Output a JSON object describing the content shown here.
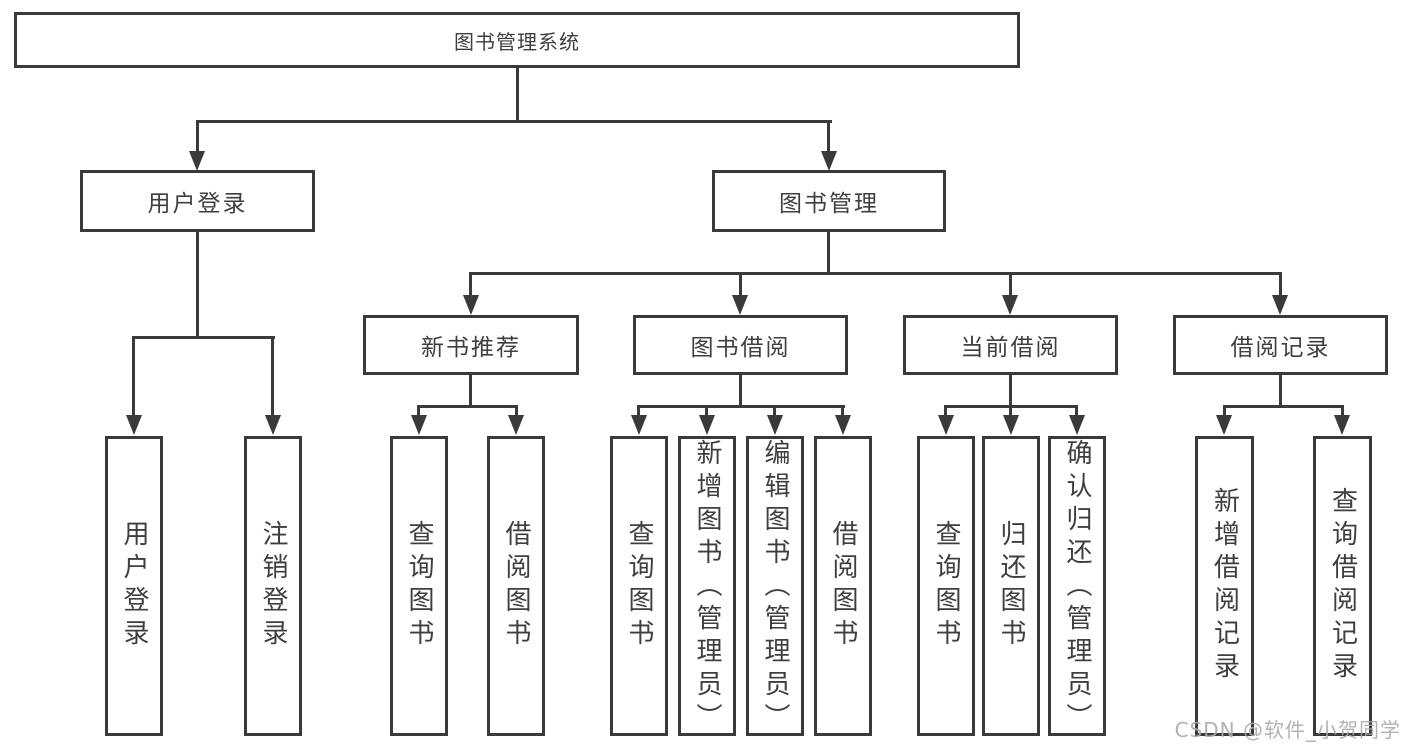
{
  "tree": {
    "root": {
      "label": "图书管理系统"
    },
    "branches": [
      {
        "label": "用户登录",
        "children": [
          {
            "label": "用户登录"
          },
          {
            "label": "注销登录"
          }
        ]
      },
      {
        "label": "图书管理",
        "children": [
          {
            "label": "新书推荐",
            "children": [
              {
                "label": "查询图书"
              },
              {
                "label": "借阅图书"
              }
            ]
          },
          {
            "label": "图书借阅",
            "children": [
              {
                "label": "查询图书"
              },
              {
                "label": "新增图书（管理员）"
              },
              {
                "label": "编辑图书（管理员）"
              },
              {
                "label": "借阅图书"
              }
            ]
          },
          {
            "label": "当前借阅",
            "children": [
              {
                "label": "查询图书"
              },
              {
                "label": "归还图书"
              },
              {
                "label": "确认归还（管理员）"
              }
            ]
          },
          {
            "label": "借阅记录",
            "children": [
              {
                "label": "新增借阅记录"
              },
              {
                "label": "查询借阅记录"
              }
            ]
          }
        ]
      }
    ]
  },
  "watermark": {
    "text": "CSDN @软件_小贺同学"
  },
  "colors": {
    "line": "#3a3a3a",
    "text": "#3f3f3f",
    "bg": "#ffffff",
    "watermark": "#aaaaaa"
  }
}
